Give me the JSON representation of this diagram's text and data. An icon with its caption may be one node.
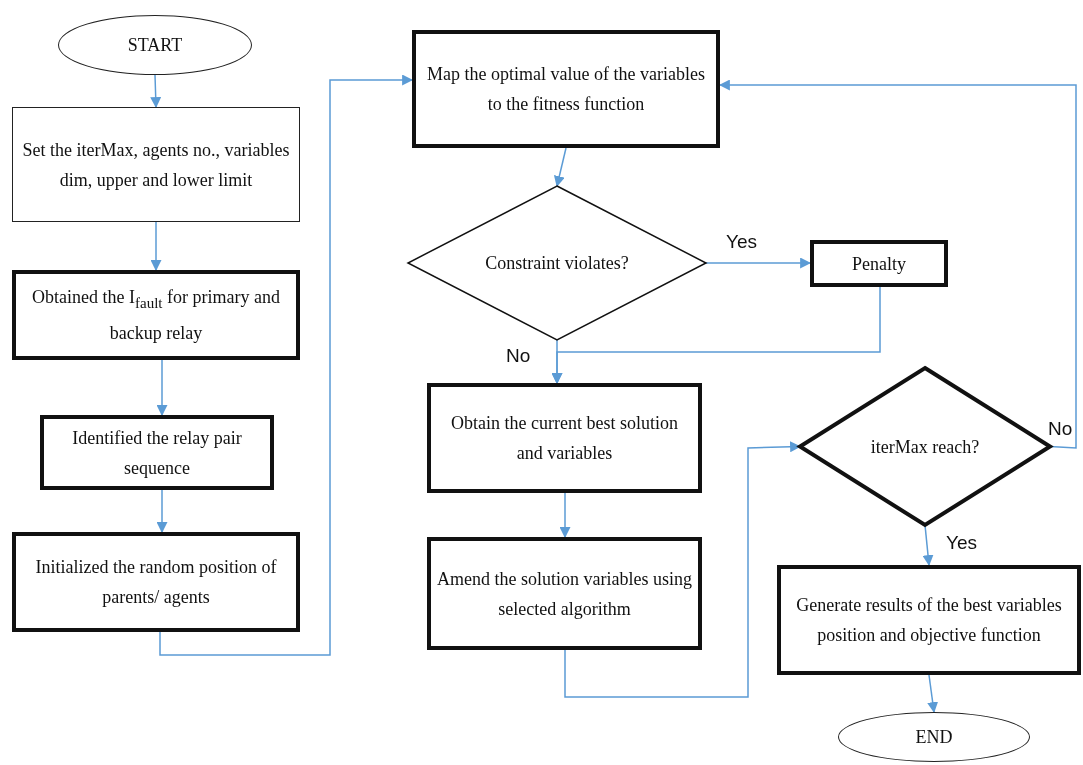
{
  "diagram": {
    "nodes": [
      {
        "text": [
          "START"
        ]
      },
      {
        "text": [
          "Set the iterMax, agents no., variables dim, upper and lower limit"
        ]
      },
      {
        "text": [
          "Obtained the I$_{fault}$ for primary and backup relay"
        ]
      },
      {
        "text": [
          "Identified the relay pair sequence"
        ]
      },
      {
        "text": [
          "Initialized the random position of parents/ agents"
        ]
      },
      {
        "text": [
          "Map the optimal value of the variables to the fitness function"
        ]
      },
      {
        "text": [
          "Constraint violates?"
        ]
      },
      {
        "text": [
          "Penalty"
        ]
      },
      {
        "text": [
          "Obtain the current best solution and variables"
        ]
      },
      {
        "text": [
          "Amend the solution variables using selected algorithm"
        ]
      },
      {
        "text": [
          "iterMax reach?"
        ]
      },
      {
        "text": [
          "Generate results of the best variables position and objective function"
        ]
      },
      {
        "text": [
          "END"
        ]
      }
    ],
    "edges": [
      {
        "from": 0,
        "to": 1,
        "arrow": "to"
      },
      {
        "from": 1,
        "to": 2,
        "arrow": "to"
      },
      {
        "from": 2,
        "to": 3,
        "arrow": "to"
      },
      {
        "from": 3,
        "to": 4,
        "arrow": "to"
      },
      {
        "from": 4,
        "to": 5,
        "arrow": "to"
      },
      {
        "from": 5,
        "to": 6,
        "arrow": "to"
      },
      {
        "from": 6,
        "to": 7,
        "arrow": "to",
        "label": "Yes"
      },
      {
        "from": 7,
        "to": 8,
        "arrow": "to"
      },
      {
        "from": 6,
        "to": 8,
        "arrow": "to",
        "label": "No"
      },
      {
        "from": 8,
        "to": 9,
        "arrow": "to"
      },
      {
        "from": 9,
        "to": 10,
        "arrow": "to"
      },
      {
        "from": 10,
        "to": 5,
        "arrow": "to",
        "label": "No"
      },
      {
        "from": 10,
        "to": 11,
        "arrow": "to",
        "label": "Yes"
      },
      {
        "from": 11,
        "to": 12,
        "arrow": "to"
      }
    ]
  }
}
